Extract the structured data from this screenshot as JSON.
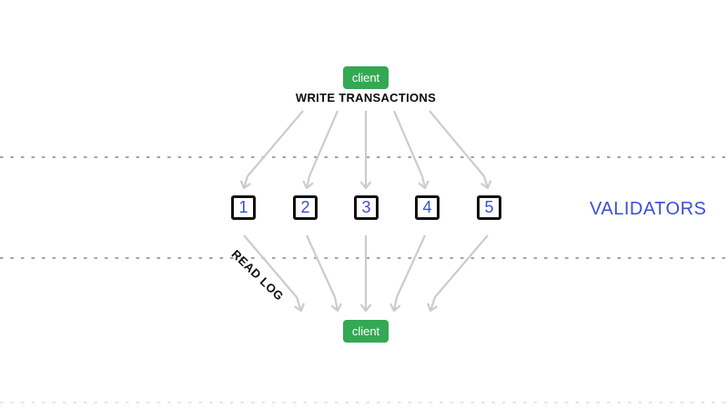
{
  "diagram": {
    "top_client": {
      "label": "client"
    },
    "bottom_client": {
      "label": "client"
    },
    "write_label": "WRITE TRANSACTIONS",
    "read_label": "READ LOG",
    "validators_label": "VALIDATORS",
    "validators": [
      {
        "label": "1"
      },
      {
        "label": "2"
      },
      {
        "label": "3"
      },
      {
        "label": "4"
      },
      {
        "label": "5"
      }
    ],
    "colors": {
      "client_green": "#34a853",
      "validator_blue": "#3b4ed8",
      "arrow_gray": "#cccccc",
      "dash_gray": "#a3a3a3",
      "dash_light": "#e6e6e6",
      "box_border": "#111111",
      "text_black": "#0b0b0b",
      "background": "#ffffff"
    }
  }
}
